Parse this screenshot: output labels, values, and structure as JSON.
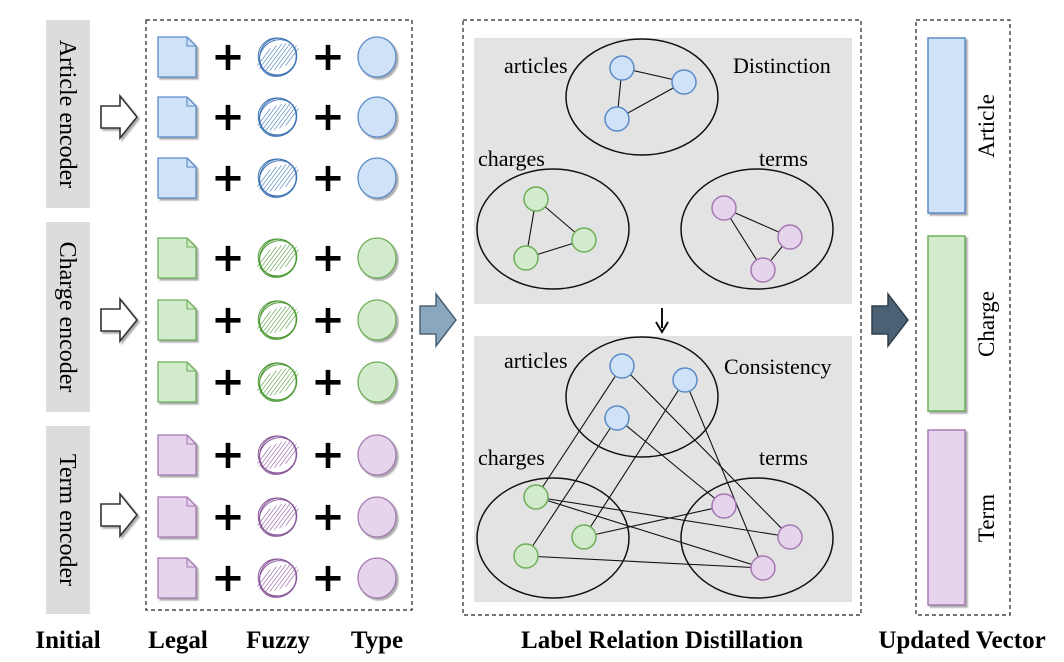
{
  "encoders": [
    {
      "label": "Article encoder",
      "color": "#cfe2f8",
      "stroke": "#5b8cc8",
      "sketch": "#3f74b5"
    },
    {
      "label": "Charge encoder",
      "color": "#d2ebcd",
      "stroke": "#6eaf58",
      "sketch": "#4e9a36"
    },
    {
      "label": "Term encoder",
      "color": "#e6d4ec",
      "stroke": "#a57ab3",
      "sketch": "#8a5a9b"
    }
  ],
  "operators": {
    "plus": "+"
  },
  "bottom_labels": {
    "initial": "Initial",
    "legal": "Legal",
    "fuzzy": "Fuzzy",
    "type": "Type",
    "distillation": "Label Relation Distillation",
    "updated": "Updated Vector"
  },
  "distinction_panel": {
    "title": "Distinction",
    "groups": {
      "articles": "articles",
      "charges": "charges",
      "terms": "terms"
    }
  },
  "consistency_panel": {
    "title": "Consistency",
    "groups": {
      "articles": "articles",
      "charges": "charges",
      "terms": "terms"
    }
  },
  "updated_vectors": [
    {
      "label": "Article",
      "color": "#cfe2f8",
      "stroke": "#5b8cc8"
    },
    {
      "label": "Charge",
      "color": "#d2ebcd",
      "stroke": "#6eaf58"
    },
    {
      "label": "Term",
      "color": "#e6d4ec",
      "stroke": "#a57ab3"
    }
  ],
  "colors": {
    "panel_bg": "#e3e3e3",
    "encoder_bg": "#dcdcdc",
    "big_arrow_blue": "#8aa7bd",
    "big_arrow_dark": "#4b6275"
  },
  "icons": {
    "hollow_arrow": "right-arrow-outline-icon",
    "document": "document-icon",
    "sketch": "scribble-circle-icon",
    "type": "circle-icon"
  }
}
